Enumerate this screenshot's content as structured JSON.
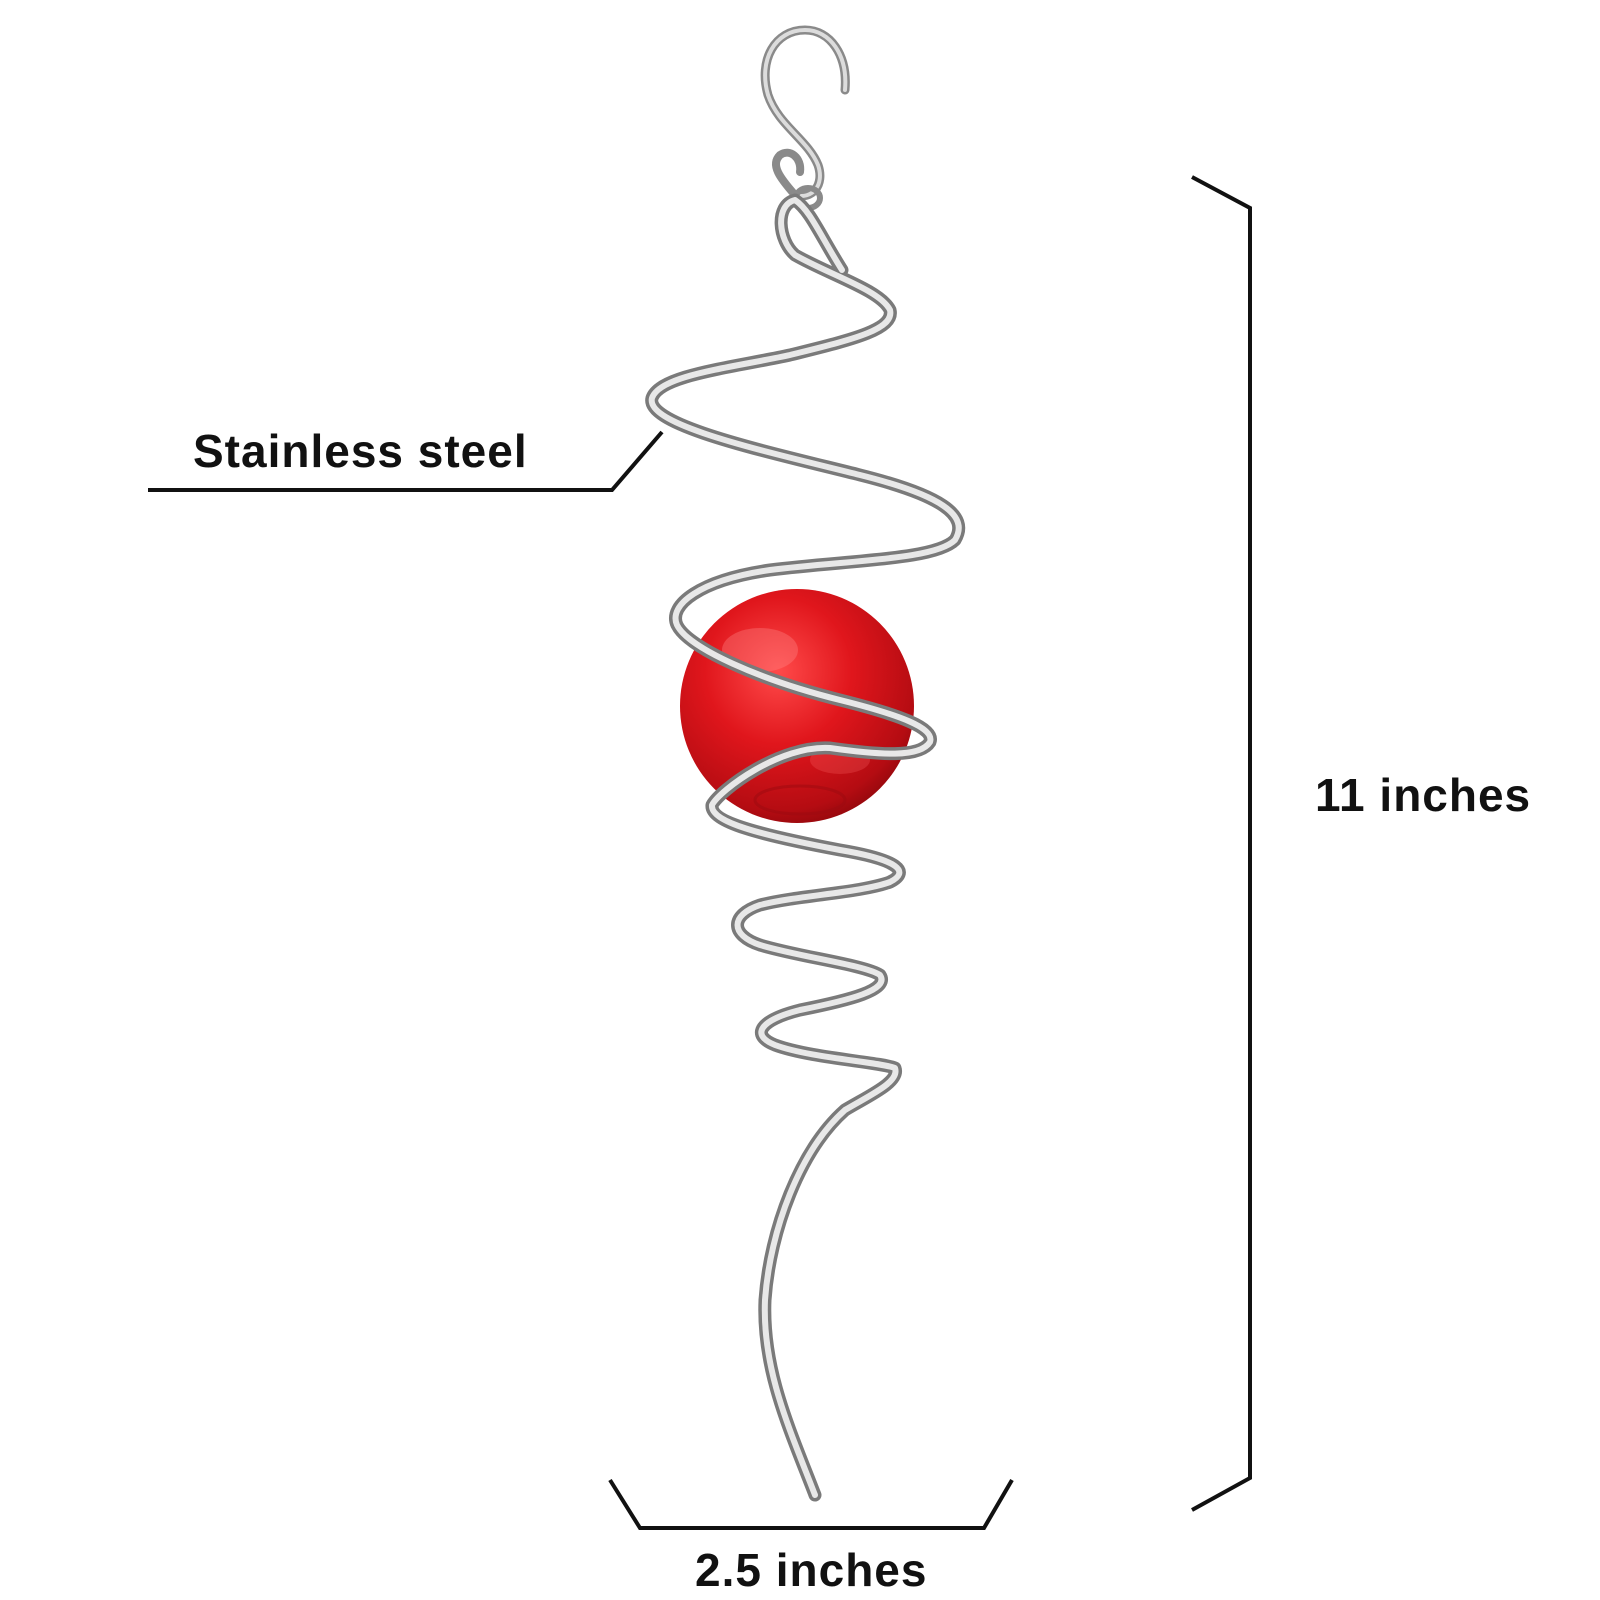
{
  "product": {
    "material_label": "Stainless steel",
    "height_label": "11 inches",
    "width_label": "2.5 inches",
    "colors": {
      "ball": "#d8161c",
      "steel": "#c9c9c9",
      "line": "#111111"
    }
  }
}
